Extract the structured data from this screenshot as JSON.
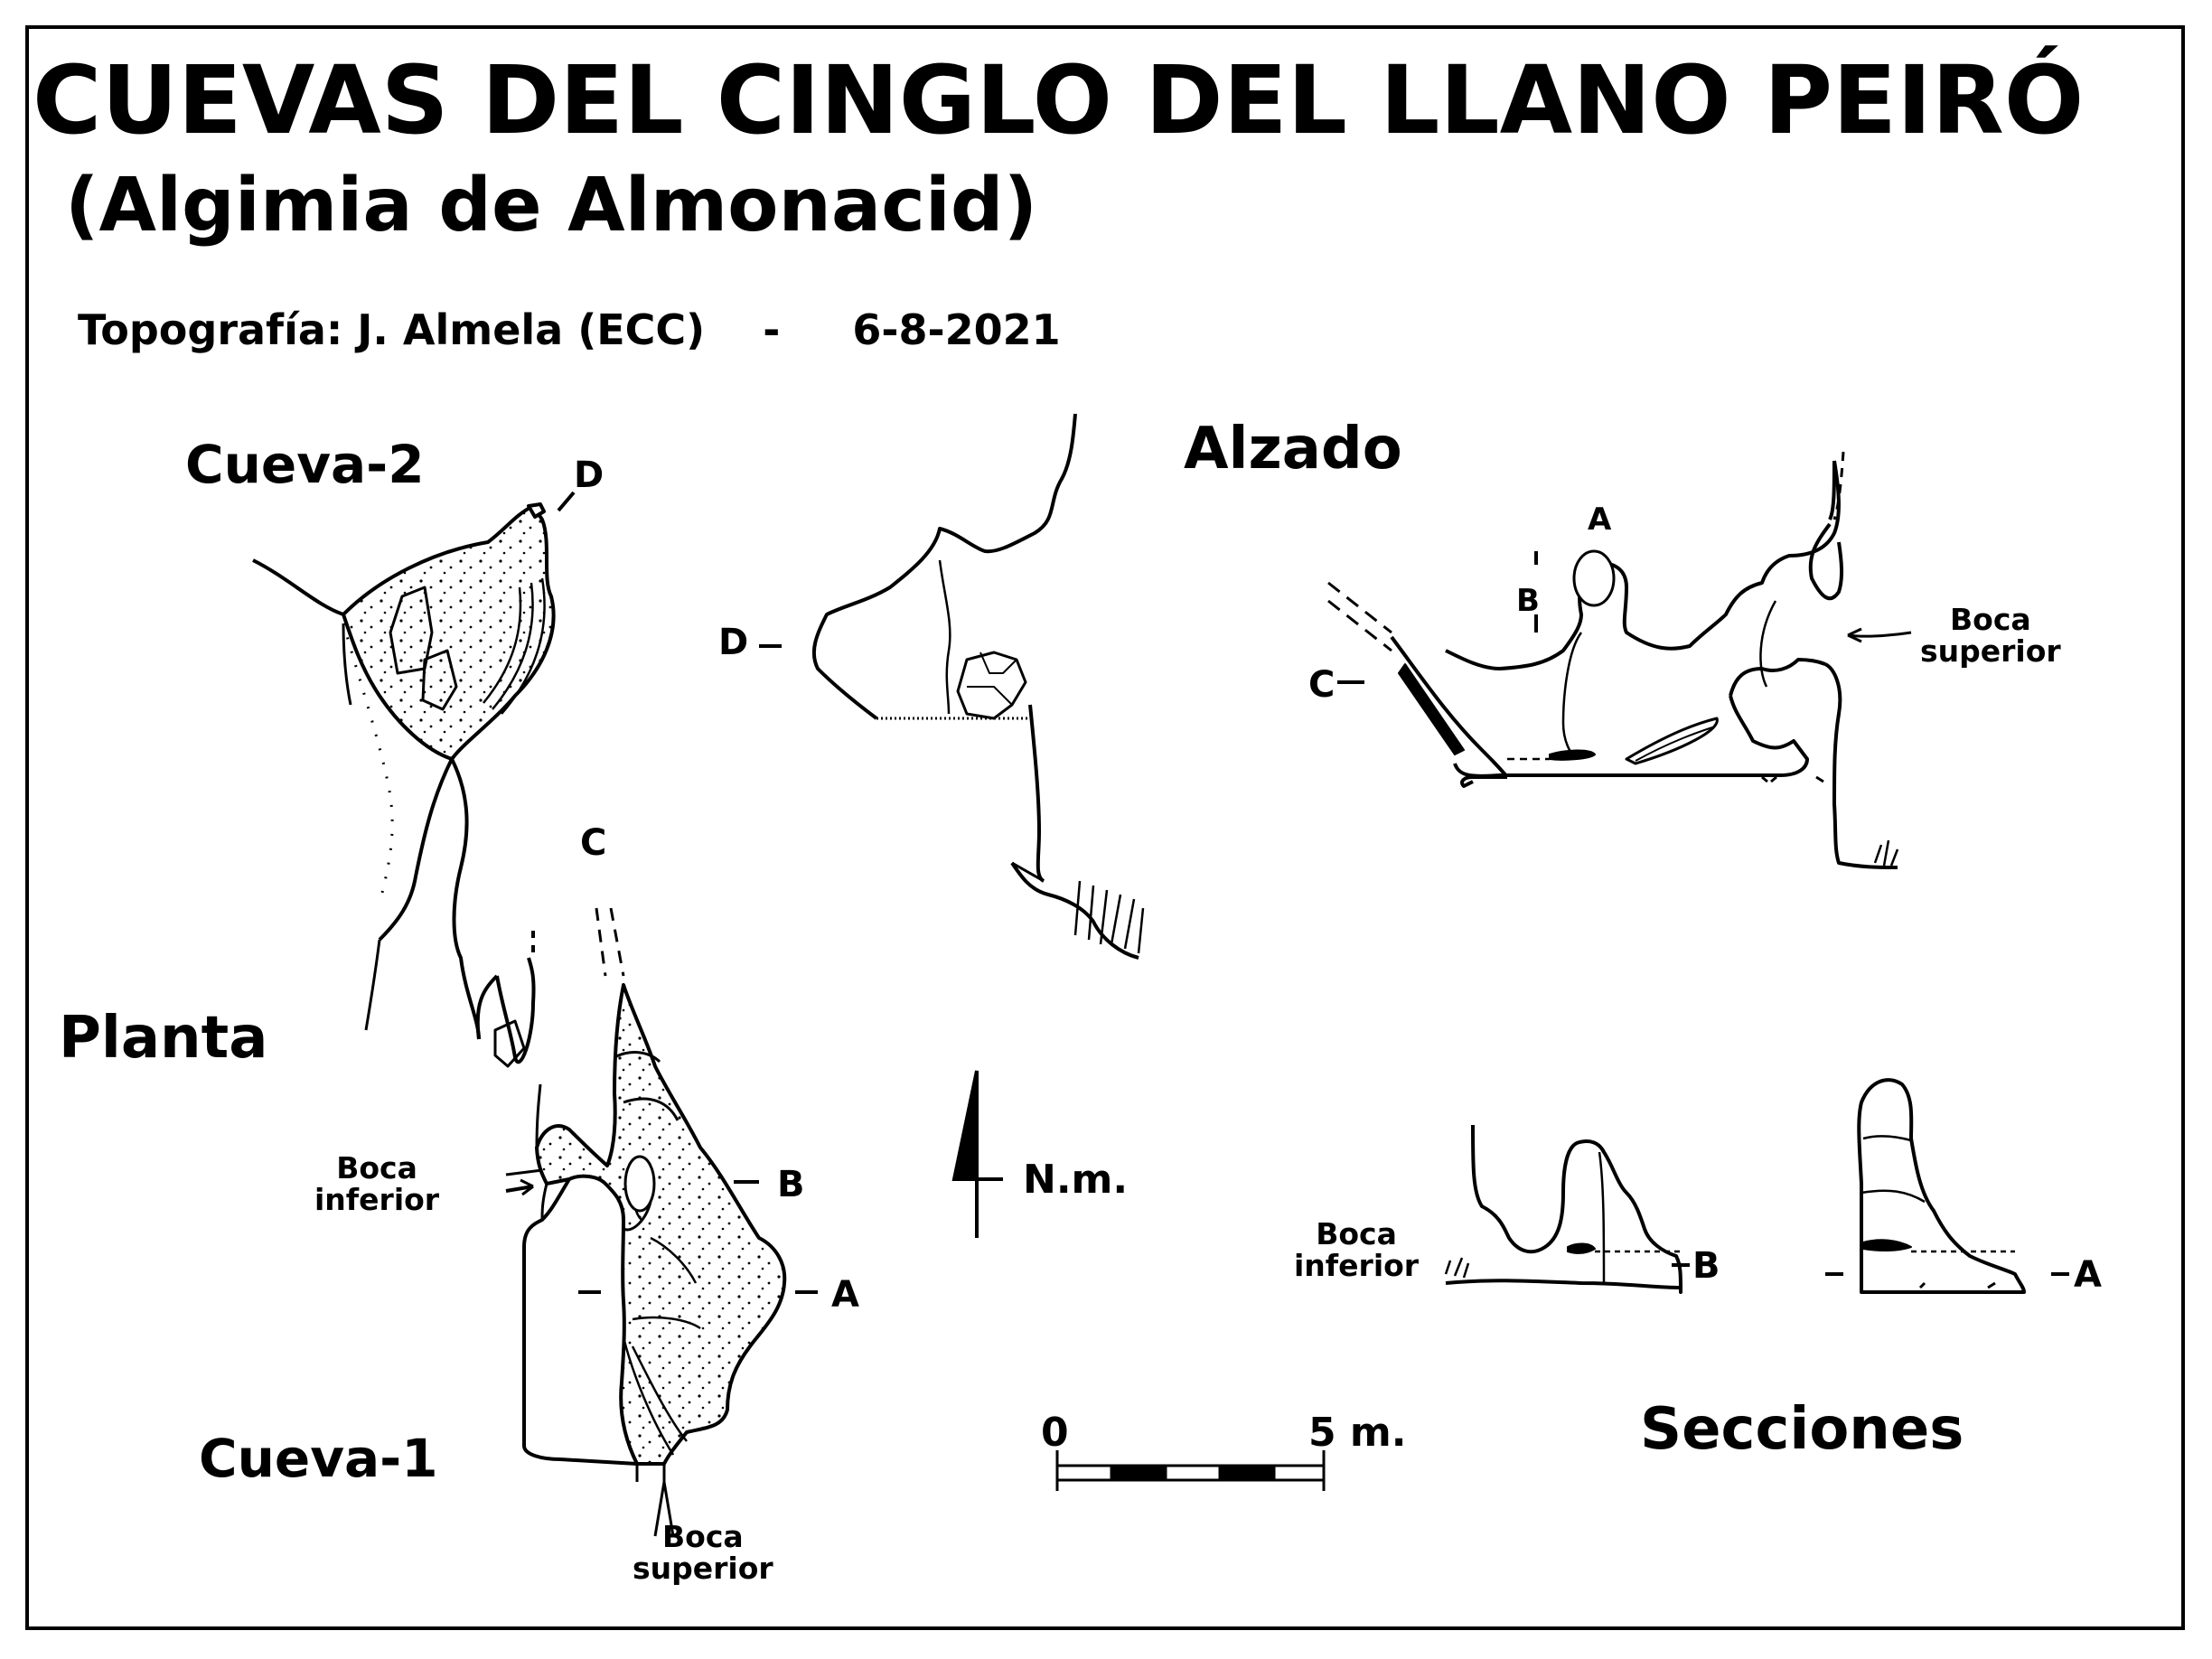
{
  "title": "CUEVAS DEL CINGLO DEL LLANO PEIRÓ",
  "subtitle": "(Algimia de Almonacid)",
  "credit": "Topografía: J. Almela (ECC)    -     6-8-2021",
  "views": {
    "planta": "Planta",
    "alzado": "Alzado",
    "secciones": "Secciones"
  },
  "caves": {
    "cueva2": "Cueva-2",
    "cueva1": "Cueva-1"
  },
  "entrances": {
    "boca_inferior": [
      "Boca",
      "inferior"
    ],
    "boca_superior": [
      "Boca",
      "superior"
    ]
  },
  "section_marks": {
    "A": "A",
    "B": "B",
    "C": "C",
    "D": "D"
  },
  "north": "N.m.",
  "scale": {
    "start": "0",
    "end": "5 m."
  }
}
